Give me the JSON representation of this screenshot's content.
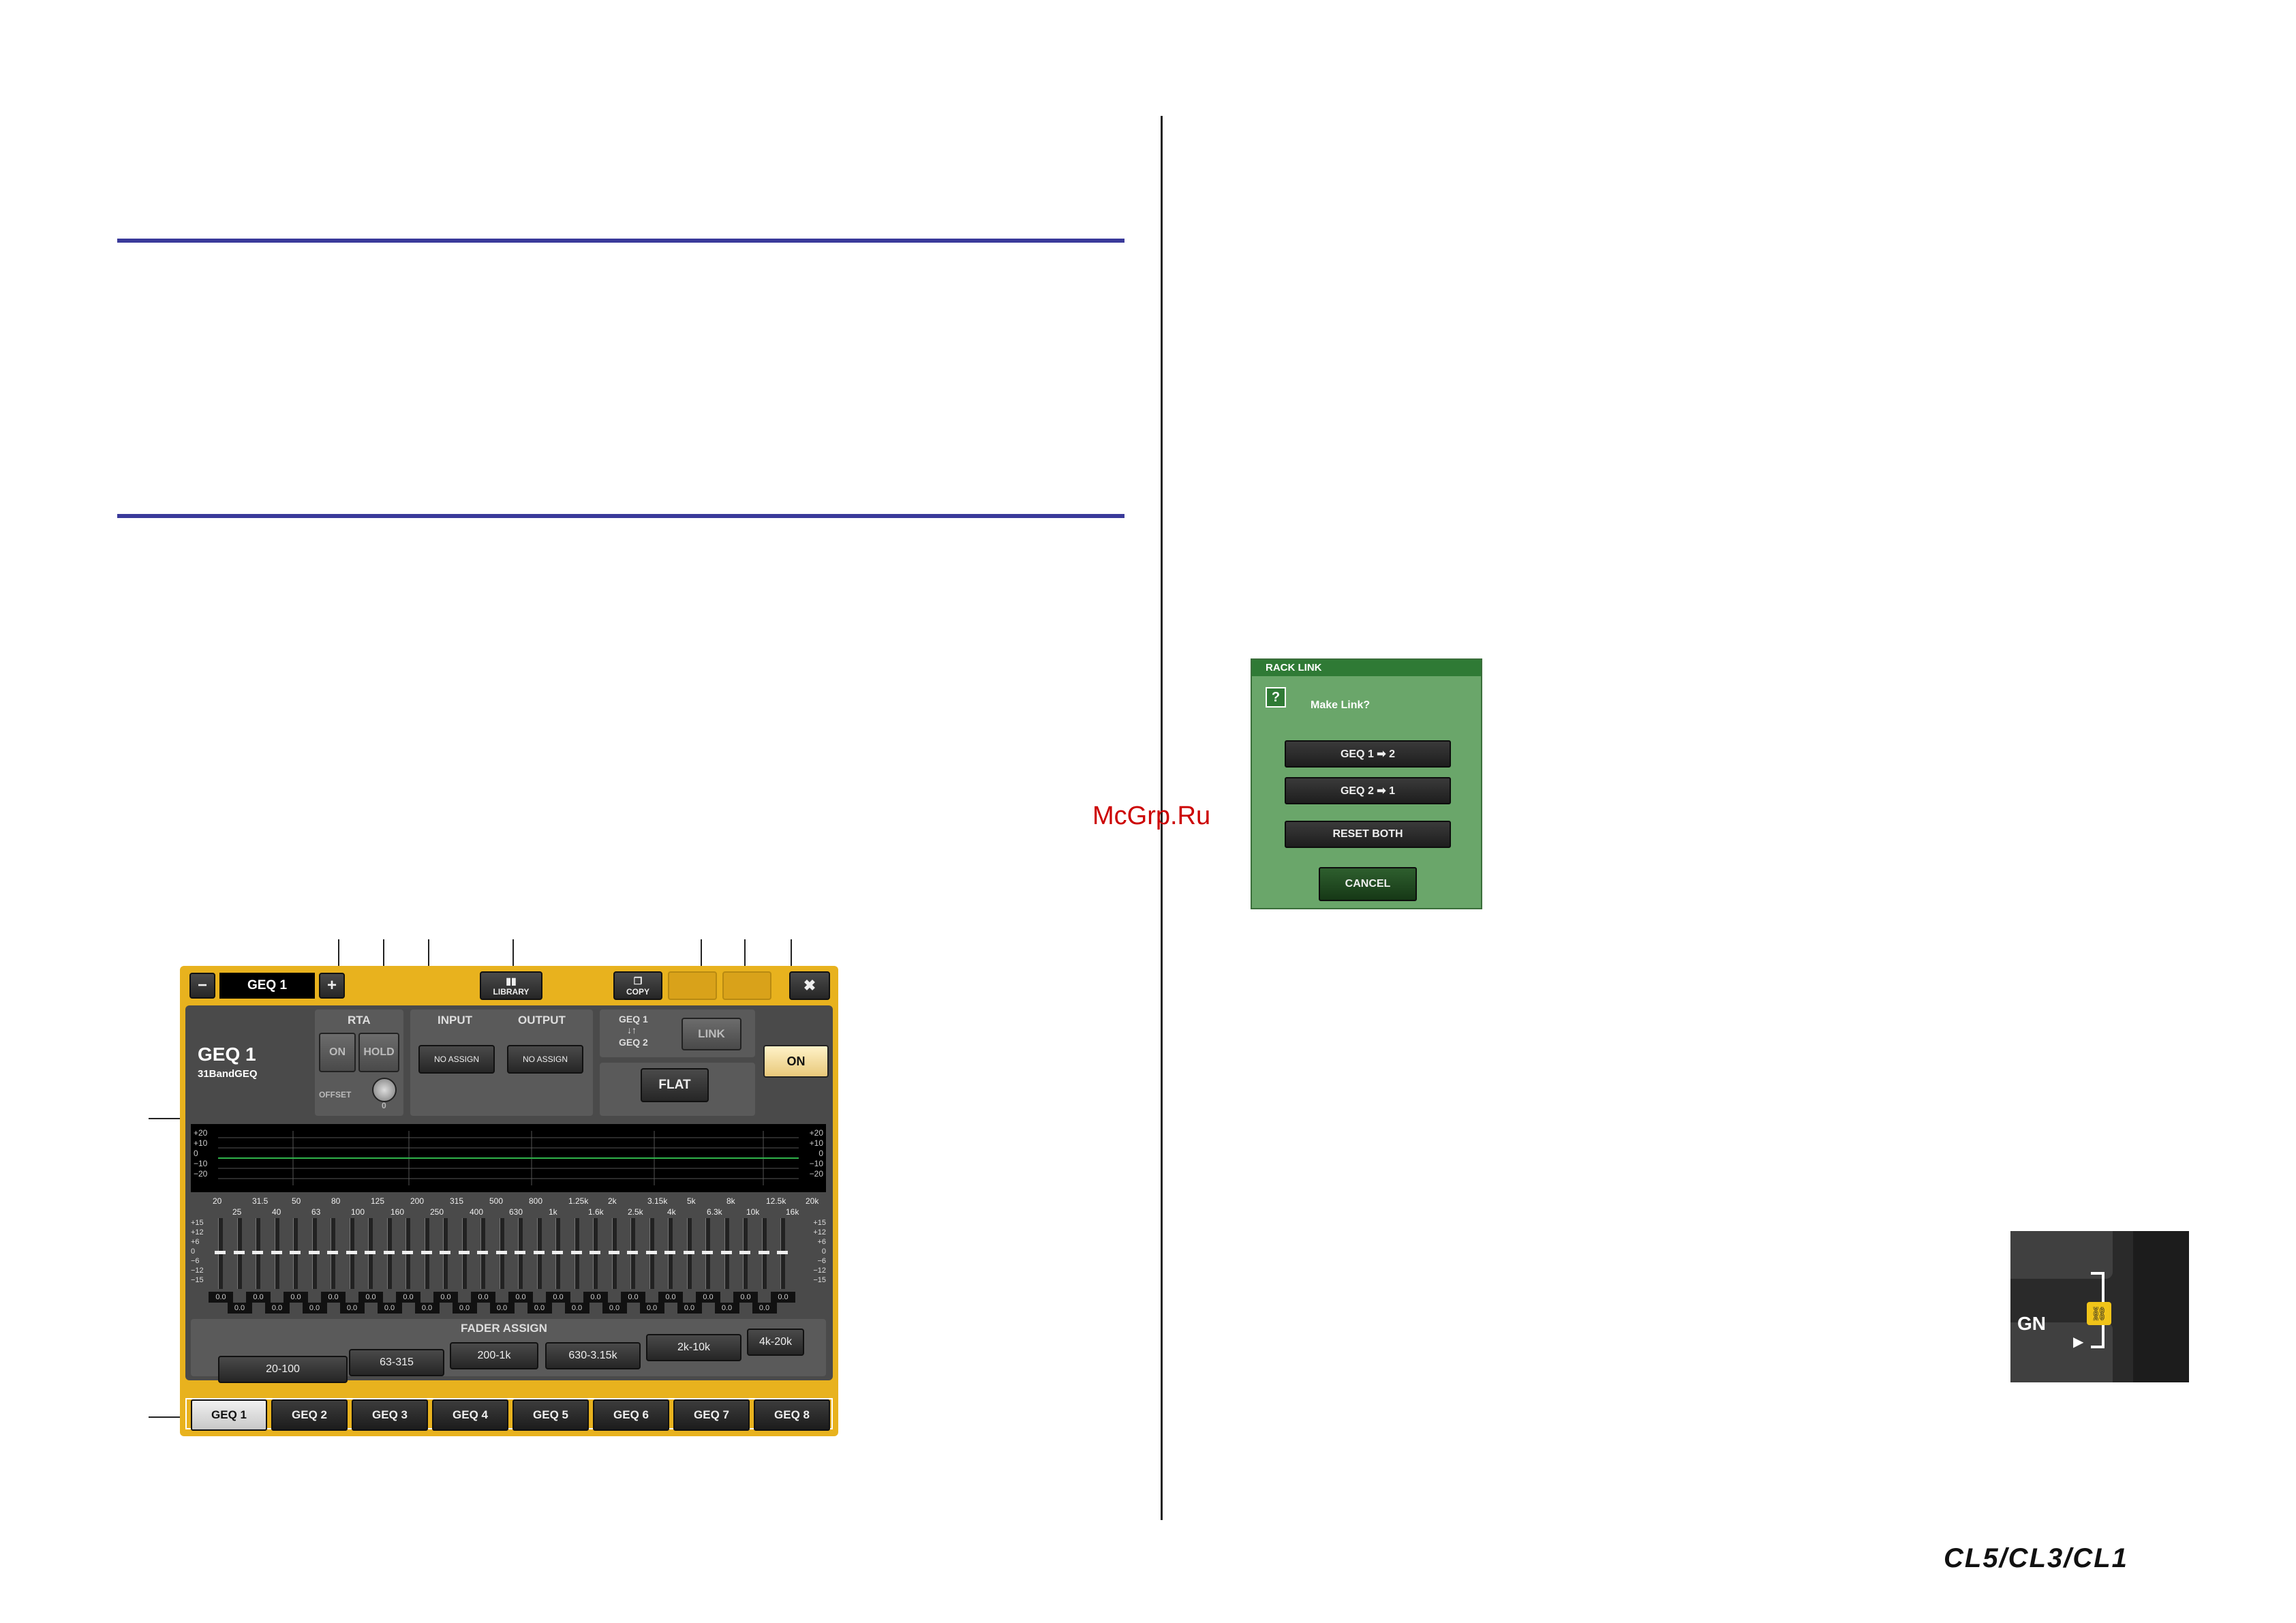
{
  "watermark": "McGrp.Ru",
  "footer_logo": "CL5/CL3/CL1",
  "geq_window": {
    "minus_label": "−",
    "plus_label": "+",
    "rack_name": "GEQ 1",
    "library_label": "LIBRARY",
    "copy_label": "COPY",
    "close_label": "✖",
    "title": "GEQ 1",
    "subtitle": "31BandGEQ",
    "rta_label": "RTA",
    "rta_on_label": "ON",
    "rta_hold_label": "HOLD",
    "offset_label": "OFFSET",
    "offset_value": "0",
    "input_label": "INPUT",
    "output_label": "OUTPUT",
    "input_assign": "NO ASSIGN",
    "output_assign": "NO ASSIGN",
    "link_pair_top": "GEQ 1",
    "link_pair_arrows": "↓↑",
    "link_pair_bottom": "GEQ 2",
    "link_label": "LINK",
    "flat_label": "FLAT",
    "on_label": "ON",
    "graph_left_scale": [
      "+20",
      "+10",
      "0",
      "−10",
      "−20"
    ],
    "graph_right_scale": [
      "+20",
      "+10",
      "0",
      "−10",
      "−20"
    ],
    "freq_top": [
      "20",
      "31.5",
      "50",
      "80",
      "125",
      "200",
      "315",
      "500",
      "800",
      "1.25k",
      "2k",
      "3.15k",
      "5k",
      "8k",
      "12.5k",
      "20k"
    ],
    "freq_bottom": [
      "25",
      "40",
      "63",
      "100",
      "160",
      "250",
      "400",
      "630",
      "1k",
      "1.6k",
      "2.5k",
      "4k",
      "6.3k",
      "10k",
      "16k"
    ],
    "fader_scale": [
      "+15",
      "+12",
      "+6",
      "0",
      "−6",
      "−12",
      "−15"
    ],
    "fader_values": [
      "0.0",
      "0.0",
      "0.0",
      "0.0",
      "0.0",
      "0.0",
      "0.0",
      "0.0",
      "0.0",
      "0.0",
      "0.0",
      "0.0",
      "0.0",
      "0.0",
      "0.0",
      "0.0",
      "0.0",
      "0.0",
      "0.0",
      "0.0",
      "0.0",
      "0.0",
      "0.0",
      "0.0",
      "0.0",
      "0.0",
      "0.0",
      "0.0",
      "0.0",
      "0.0",
      "0.0"
    ],
    "fader_assign_label": "FADER ASSIGN",
    "fader_assign_buttons": [
      "20-100",
      "63-315",
      "200-1k",
      "630-3.15k",
      "2k-10k",
      "4k-20k"
    ],
    "tabs": [
      "GEQ 1",
      "GEQ 2",
      "GEQ 3",
      "GEQ 4",
      "GEQ 5",
      "GEQ 6",
      "GEQ 7",
      "GEQ 8"
    ]
  },
  "rack_link_dialog": {
    "title": "RACK LINK",
    "question_icon": "?",
    "prompt": "Make Link?",
    "buttons": [
      "GEQ  1 ➡ 2",
      "GEQ  2 ➡ 1",
      "RESET BOTH"
    ],
    "cancel_label": "CANCEL"
  },
  "link_thumb": {
    "assign_fragment": "GN"
  }
}
